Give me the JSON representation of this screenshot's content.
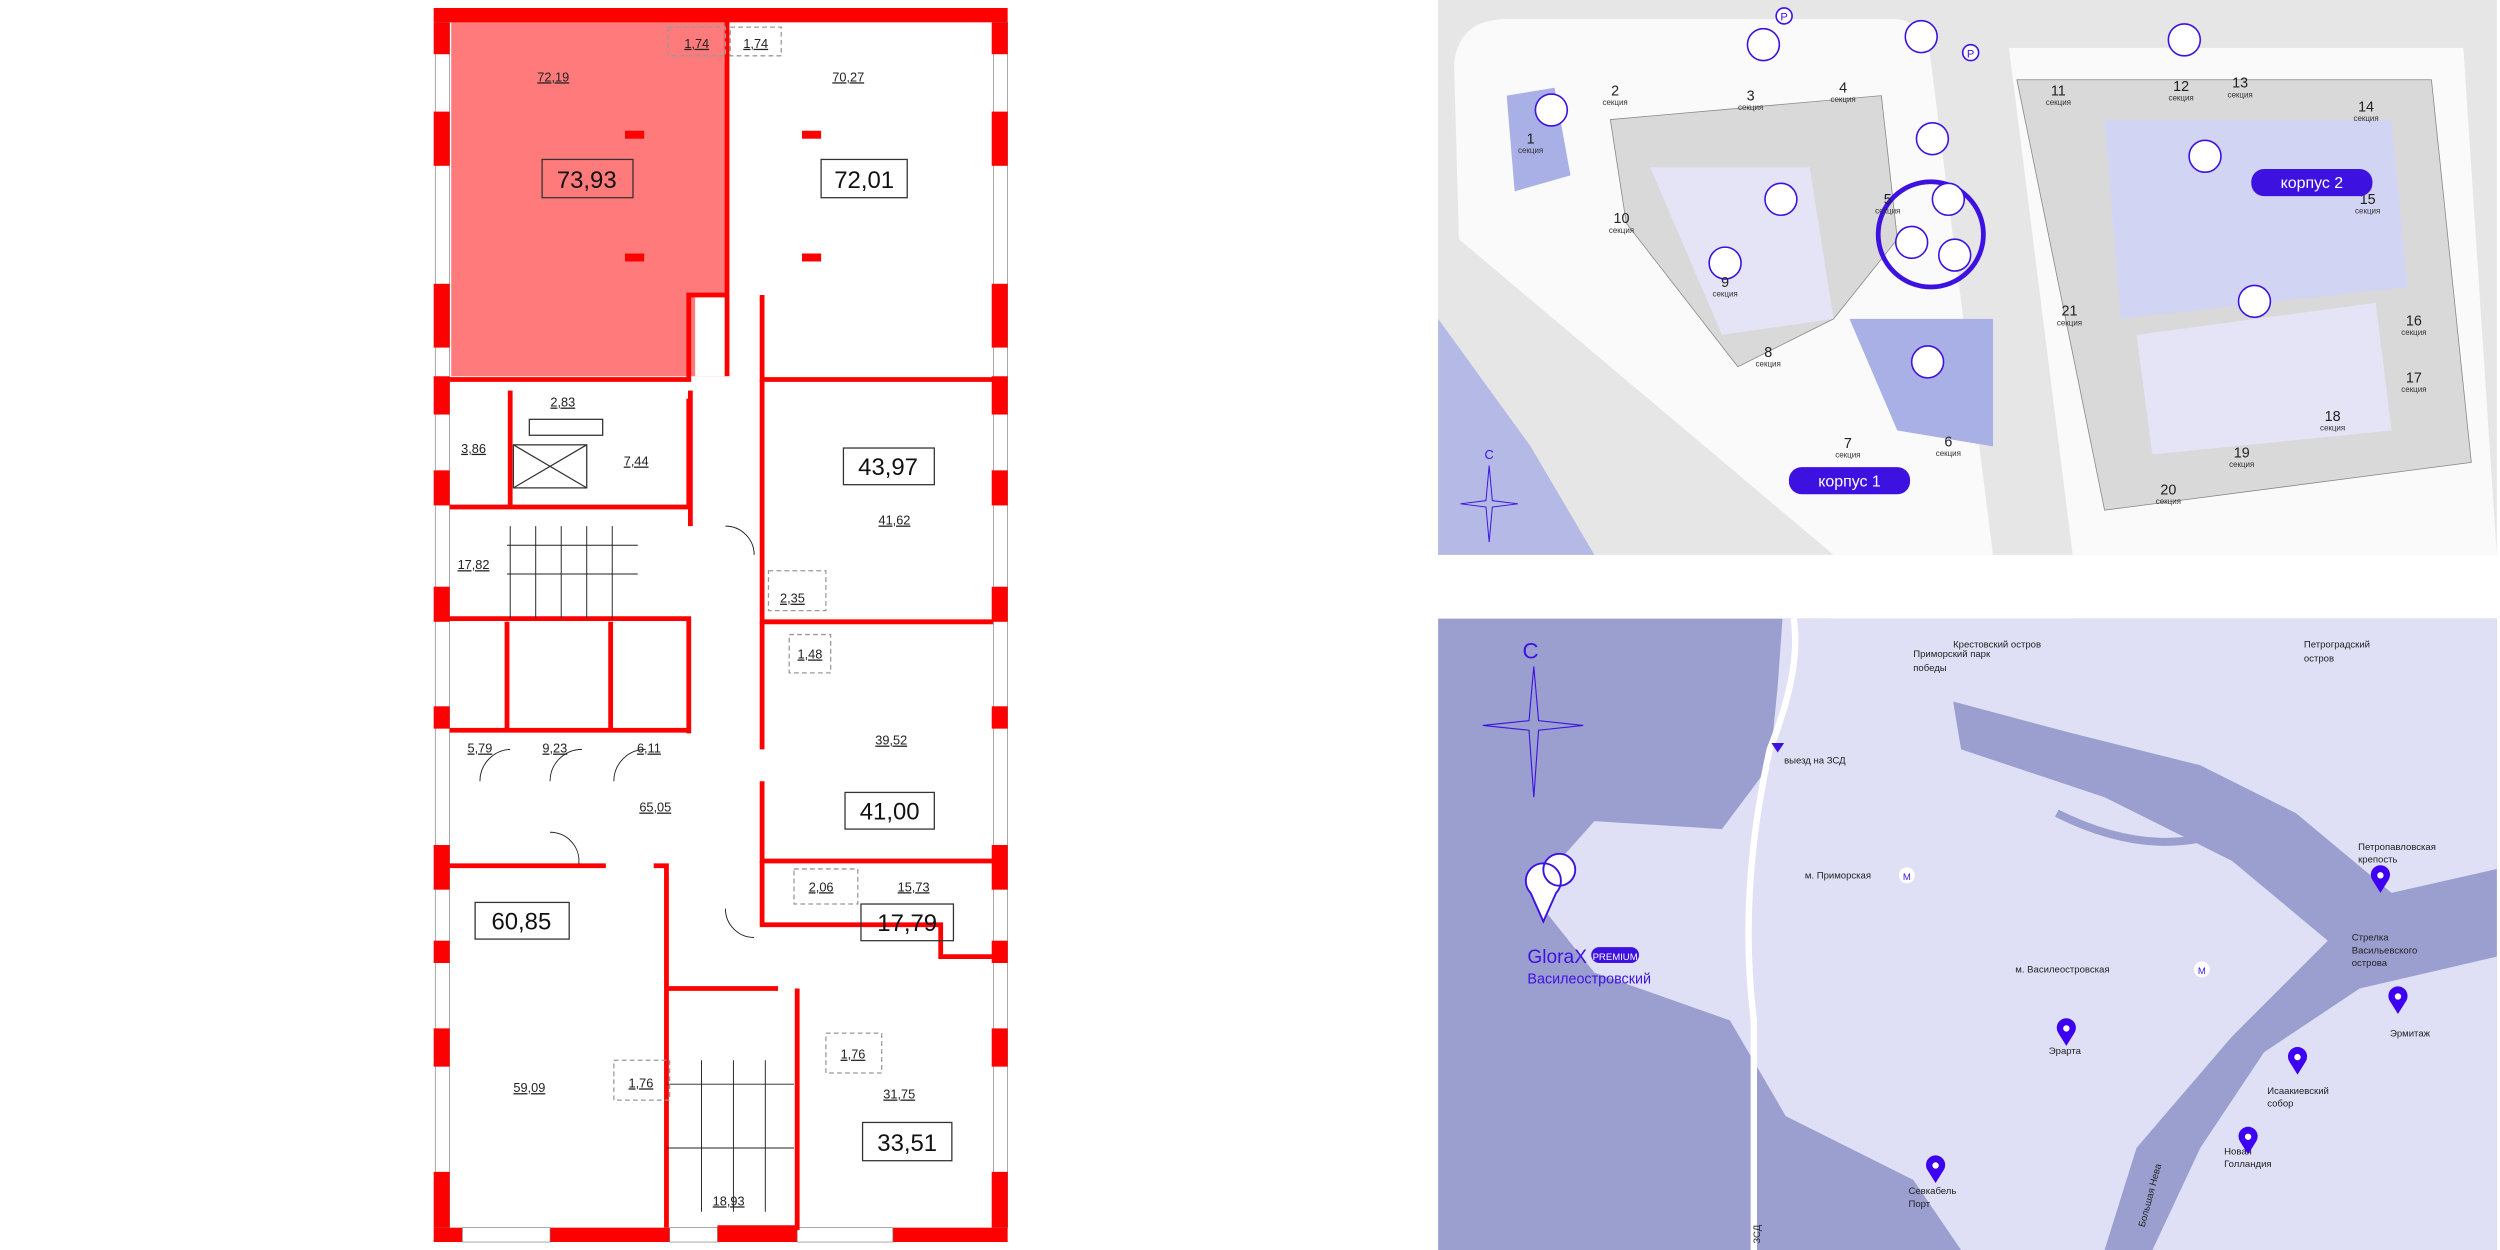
{
  "floor_plan": {
    "selected_unit": {
      "area_total": "73,93",
      "area_room": "72,19",
      "area_wc": "1,74",
      "highlight_color": "#ff7b7b"
    },
    "units": [
      {
        "area_total": "72,01",
        "area_room": "70,27",
        "area_wc": "1,74"
      },
      {
        "area_total": "43,97",
        "area_room": "41,62",
        "area_wc": "2,35"
      },
      {
        "area_total": "41,00",
        "area_room": "39,52",
        "area_wc": "1,48"
      },
      {
        "area_total": "17,79",
        "area_room": "15,73",
        "area_wc": "2,06"
      },
      {
        "area_total": "33,51",
        "area_room": "31,75",
        "area_wc": "1,76"
      },
      {
        "area_total": "60,85",
        "area_room": "59,09",
        "area_wc": "1,76"
      }
    ],
    "common_areas": [
      "2,83",
      "3,86",
      "7,44",
      "17,82",
      "5,79",
      "9,23",
      "6,11",
      "65,05",
      "18,93"
    ],
    "wall_color": "#ff0000"
  },
  "site_plan": {
    "sections": [
      {
        "num": "1",
        "label": "секция"
      },
      {
        "num": "2",
        "label": "секция"
      },
      {
        "num": "3",
        "label": "секция"
      },
      {
        "num": "4",
        "label": "секция"
      },
      {
        "num": "5",
        "label": "секция"
      },
      {
        "num": "6",
        "label": "секция"
      },
      {
        "num": "7",
        "label": "секция"
      },
      {
        "num": "8",
        "label": "секция"
      },
      {
        "num": "9",
        "label": "секция"
      },
      {
        "num": "10",
        "label": "секция"
      },
      {
        "num": "11",
        "label": "секция"
      },
      {
        "num": "12",
        "label": "секция"
      },
      {
        "num": "13",
        "label": "секция"
      },
      {
        "num": "14",
        "label": "секция"
      },
      {
        "num": "15",
        "label": "секция"
      },
      {
        "num": "16",
        "label": "секция"
      },
      {
        "num": "17",
        "label": "секция"
      },
      {
        "num": "18",
        "label": "секция"
      },
      {
        "num": "19",
        "label": "секция"
      },
      {
        "num": "20",
        "label": "секция"
      },
      {
        "num": "21",
        "label": "секция"
      }
    ],
    "building_1": "корпус 1",
    "building_2": "корпус 2",
    "parking": "P",
    "north": "С",
    "accent": "#3d12e0",
    "icons": [
      "restaurant-icon",
      "cutlery-icon",
      "parking-icon",
      "shop-icon",
      "medical-icon",
      "playground-icon",
      "cafe-table-icon",
      "fitness-icon",
      "coworking-icon",
      "lounge-icon",
      "cinema-icon",
      "kindergarten-icon"
    ]
  },
  "location_map": {
    "north": "С",
    "brand": "GloraX",
    "brand_badge": "PREMIUM",
    "project": "Василеостровский",
    "labels": {
      "park": [
        "Приморский парк",
        "победы"
      ],
      "krestovsky": "Крестовский остров",
      "petrogradsky": [
        "Петроградский",
        "остров"
      ],
      "exit": "выезд на ЗСД",
      "metro1": "м. Приморская",
      "metro2": "м. Василеостровская",
      "fortress": [
        "Петропавловская",
        "крепость"
      ],
      "strelka": [
        "Стрелка",
        "Васильевского",
        "острова"
      ],
      "hermitage": "Эрмитаж",
      "isaac": [
        "Исаакиевский",
        "собор"
      ],
      "erarta": "Эрарта",
      "holland": [
        "Новая",
        "Голландия"
      ],
      "sevkabel": [
        "Севкабель",
        "Порт"
      ],
      "river": "Большая Нева",
      "road": "ЗСД"
    },
    "water_color": "#9b9fd0",
    "land_color": "#dfe0f5",
    "pin_color": "#3d00f0"
  }
}
